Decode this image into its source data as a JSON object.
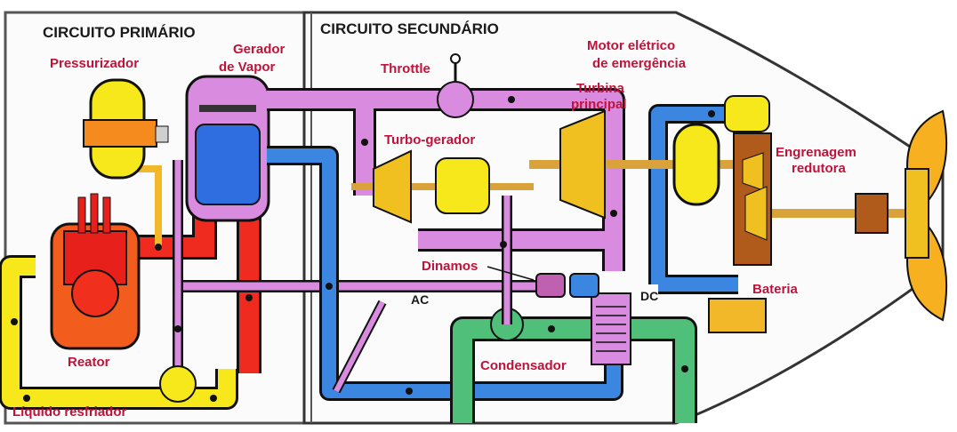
{
  "colors": {
    "primary_hot": "#e8201c",
    "primary_cold": "#f6e81a",
    "steam": "#d98be0",
    "seawater": "#3a86e0",
    "condensate": "#4fbf7a",
    "shaft": "#d9a23a",
    "label_red": "#c0123a",
    "frame": "#555555"
  },
  "sections": {
    "primary_title": "CIRCUITO PRIMÁRIO",
    "secondary_title": "CIRCUITO SECUNDÁRIO"
  },
  "labels": {
    "pressurizer": "Pressurizador",
    "steam_generator_1": "Gerador",
    "steam_generator_2": "de Vapor",
    "throttle": "Throttle",
    "turbo_generator": "Turbo-gerador",
    "main_turbine_1": "Turbina",
    "main_turbine_2": "principal",
    "emergency_motor_1": "Motor elétrico",
    "emergency_motor_2": "de emergência",
    "reduction_gear_1": "Engrenagem",
    "reduction_gear_2": "redutora",
    "dynamos": "Dinamos",
    "ac": "AC",
    "dc": "DC",
    "battery": "Bateria",
    "reactor": "Reator",
    "condenser": "Condensador",
    "coolant": "Líquido resfriador"
  }
}
